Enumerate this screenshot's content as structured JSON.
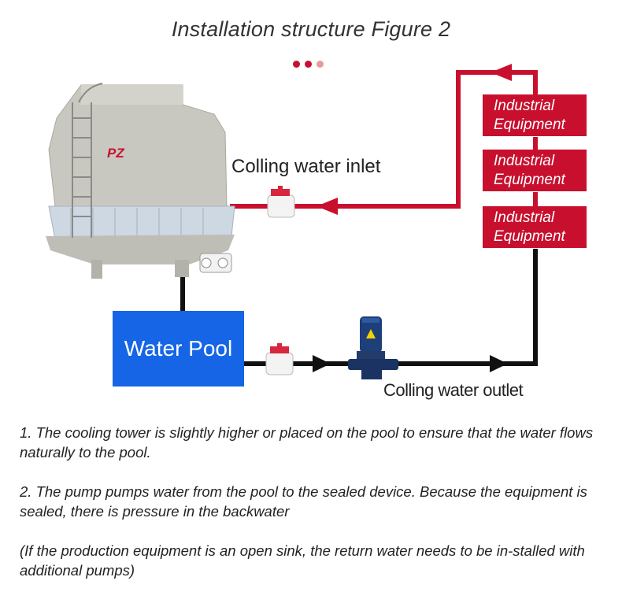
{
  "title": "Installation structure Figure 2",
  "colors": {
    "accent": "#c8102e",
    "pool": "#1565e6",
    "pipe": "#111111",
    "dots": [
      "#c8102e",
      "#c8102e",
      "#e89a9a"
    ]
  },
  "labels": {
    "inlet": "Colling water inlet",
    "outlet": "Colling water outlet",
    "pool": "Water Pool",
    "brand": "PZ"
  },
  "equipment": [
    {
      "line1": "Industrial",
      "line2": "Equipment"
    },
    {
      "line1": "Industrial",
      "line2": "Equipment"
    },
    {
      "line1": "Industrial",
      "line2": "Equipment"
    }
  ],
  "notes": [
    "1. The cooling tower is slightly higher or placed on the pool to ensure that the water flows naturally to the pool.",
    "2. The pump pumps water from the pool to the sealed device. Because the equipment is sealed, there is pressure in the backwater",
    "(If the production equipment is an open sink, the return water needs to be in-stalled with additional pumps)"
  ],
  "icons": [
    "cooling-tower-icon",
    "ball-valve-icon",
    "pump-icon",
    "arrow-icon"
  ]
}
